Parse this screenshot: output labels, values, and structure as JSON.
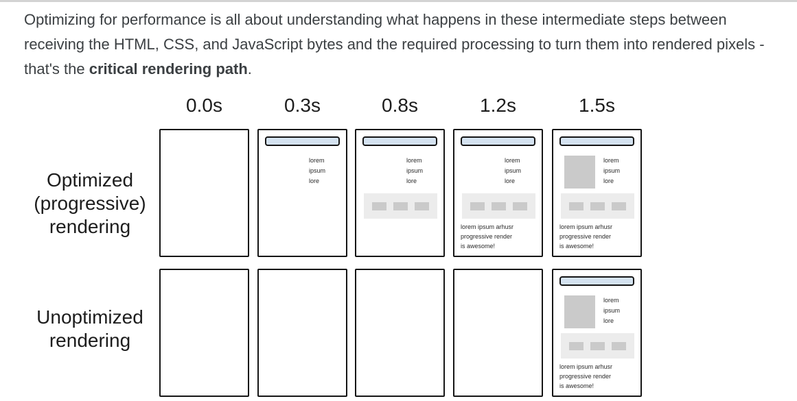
{
  "intro": {
    "before": "Optimizing for performance is all about understanding what happens in these intermediate steps between receiving the HTML, CSS, and JavaScript bytes and the required processing to turn them into rendered pixels - that's the ",
    "bold_term": "critical rendering path",
    "after": "."
  },
  "diagram": {
    "time_labels": [
      "0.0s",
      "0.3s",
      "0.8s",
      "1.2s",
      "1.5s"
    ],
    "row_labels": {
      "optimized_lines": [
        "Optimized",
        "(progressive)",
        "rendering"
      ],
      "unoptimized_lines": [
        "Unoptimized",
        "rendering"
      ]
    },
    "placeholder": {
      "lorem_lines": [
        "lorem",
        "ipsum",
        "lore"
      ],
      "caption_lines": [
        "lorem ipsum arhusr",
        "progressive render",
        "is awesome!"
      ]
    }
  },
  "colors": {
    "header-bar": "#d4e2f0",
    "placeholder-light": "#ececec",
    "placeholder-dark": "#cacaca",
    "frame-border": "#151515",
    "intro-text": "#3c4043",
    "diagram-text": "#1d1d1d",
    "top-divider": "#d3d3d3"
  }
}
